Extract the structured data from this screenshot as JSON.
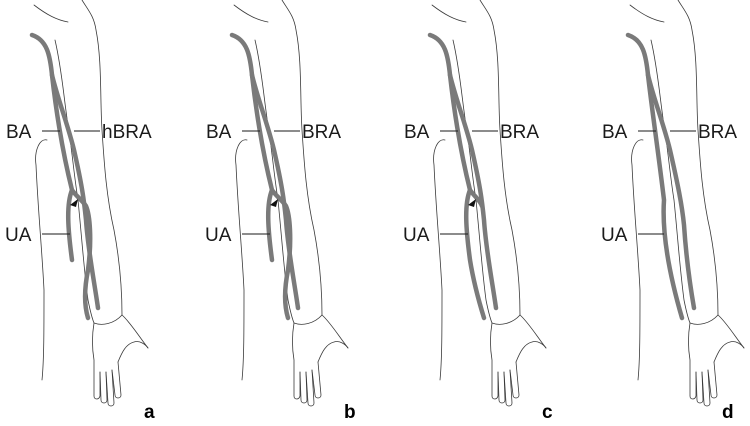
{
  "panels": [
    {
      "letter": "a",
      "labels": {
        "left_upper": "BA",
        "right_upper": "hBRA",
        "left_lower": "UA"
      },
      "branch_variant": "high-brachioradial",
      "arrowhead": true
    },
    {
      "letter": "b",
      "labels": {
        "left_upper": "BA",
        "right_upper": "BRA",
        "left_lower": "UA"
      },
      "branch_variant": "brachioradial",
      "arrowhead": true
    },
    {
      "letter": "c",
      "labels": {
        "left_upper": "BA",
        "right_upper": "BRA",
        "left_lower": "UA"
      },
      "branch_variant": "brachioradial-thin",
      "arrowhead": true
    },
    {
      "letter": "d",
      "labels": {
        "left_upper": "BA",
        "right_upper": "BRA",
        "left_lower": "UA"
      },
      "branch_variant": "brachioradial-parallel",
      "arrowhead": false
    }
  ],
  "colors": {
    "vessel": "#7a7a7a",
    "outline": "#3a3a3a",
    "text": "#1a1a1a"
  }
}
